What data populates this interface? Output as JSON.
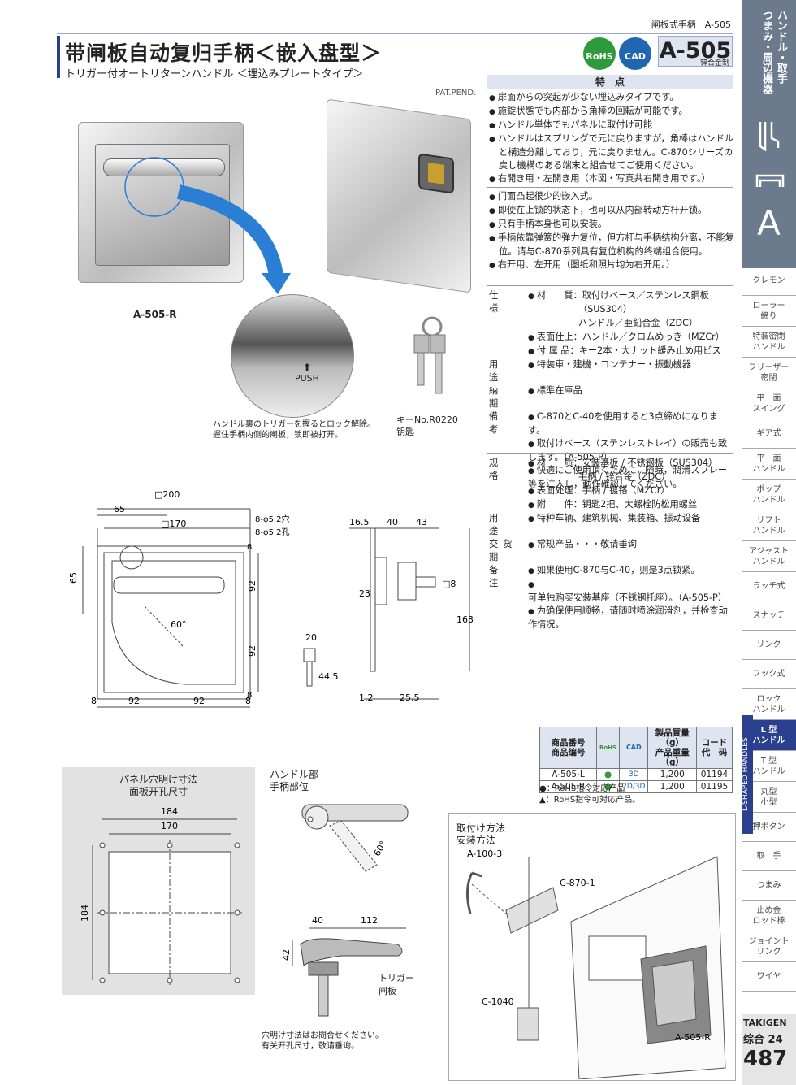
{
  "header": {
    "top_label": "闸板式手柄　A-505",
    "title_jp": "带闸板自动复归手柄＜嵌入盘型＞",
    "title_sub": "トリガー付オートリターンハンドル ＜埋込みプレートタイプ＞",
    "badge_rohs": "RoHS",
    "badge_cad": "CAD",
    "model": "A-505",
    "material": "锌合金制"
  },
  "side": {
    "heading": "ハンドル・取手\nつまみ・周辺機器",
    "letter": "A",
    "items": [
      {
        "label": "クレモン",
        "active": false
      },
      {
        "label": "ローラー\n締り",
        "active": false
      },
      {
        "label": "特装密閉\nハンドル",
        "active": false
      },
      {
        "label": "フリーザー\n密閉",
        "active": false
      },
      {
        "label": "平　面\nスイング",
        "active": false
      },
      {
        "label": "ギア式",
        "active": false
      },
      {
        "label": "平　面\nハンドル",
        "active": false
      },
      {
        "label": "ポップ\nハンドル",
        "active": false
      },
      {
        "label": "リフト\nハンドル",
        "active": false
      },
      {
        "label": "アジャスト\nハンドル",
        "active": false
      },
      {
        "label": "ラッチ式",
        "active": false
      },
      {
        "label": "スナッチ",
        "active": false
      },
      {
        "label": "リンク",
        "active": false
      },
      {
        "label": "フック式",
        "active": false
      },
      {
        "label": "ロック\nハンドル",
        "active": false
      },
      {
        "label": "L 型\nハンドル",
        "active": true
      },
      {
        "label": "T 型\nハンドル",
        "active": false
      },
      {
        "label": "丸型\n小型",
        "active": false
      },
      {
        "label": "押ボタン",
        "active": false
      },
      {
        "label": "取　手",
        "active": false
      },
      {
        "label": "つまみ",
        "active": false
      },
      {
        "label": "止め金\nロッド棒",
        "active": false
      },
      {
        "label": "ジョイント\nリンク",
        "active": false
      },
      {
        "label": "ワイヤ",
        "active": false
      }
    ],
    "vertical_label": "L-SHAPED HANDLES",
    "brand": "TAKIGEN",
    "catalog": "综合 24",
    "page": "487"
  },
  "features": {
    "heading": "特　点",
    "pat": "PAT.PEND.",
    "jp": [
      "扉面からの突起が少ない埋込みタイプです。",
      "施錠状態でも内部から角棒の回転が可能です。",
      "ハンドル単体でもパネルに取付け可能",
      "ハンドルはスプリングで元に戻りますが，角棒はハンドルと構造分離しており，元に戻りません。C-870シリーズの戻し機構のある端末と組合せてご使用ください。",
      "右開き用・左開き用（本図・写真共右開き用です。）"
    ],
    "cn": [
      "门面凸起很少的嵌入式。",
      "即使在上锁的状态下，也可以从内部转动方杆开锁。",
      "只有手柄本身也可以安装。",
      "手柄依靠弹簧的弹力复位，但方杆与手柄结构分离，不能复位。请与C-870系列具有复位机构的终端组合使用。",
      "右开用、左开用（图纸和照片均为右开用。）"
    ]
  },
  "spec_jp": [
    {
      "key": "仕　様",
      "lines": [
        "材　　質：取付けベース／ステンレス鋼板",
        "~（SUS304）",
        "~ハンドル／亜鉛合金（ZDC）",
        "表面仕上：ハンドル／クロムめっき（MZCr）",
        "付 属 品：キー2本・大ナット緩み止め用ビス"
      ]
    },
    {
      "key": "用　途",
      "lines": [
        "特装車・建機・コンテナー・振動機器"
      ]
    },
    {
      "key": "納　期",
      "lines": [
        "標準在庫品"
      ]
    },
    {
      "key": "備　考",
      "lines": [
        "C-870とC-40を使用すると3点締めになります。",
        "取付けベース（ステンレストレイ）の販売も致します。（A-505-P）",
        "快適にご使用頂くために，随時，潤滑スプレー等を注入し，動作確認してください。"
      ]
    }
  ],
  "spec_cn": [
    {
      "key": "规　格",
      "lines": [
        "材　　质：安装基板 / 不锈钢板（SUS304）",
        "~手柄 / 锌合金（ZDC）",
        "表面处理：手柄 / 镀铬（MZCr）",
        "附　　件：钥匙2把、大螺栓防松用螺丝"
      ]
    },
    {
      "key": "用　途",
      "lines": [
        "特种车辆、建筑机械、集装箱、振动设备"
      ]
    },
    {
      "key": "交货期",
      "lines": [
        "常规产品・・・敬请垂询"
      ]
    },
    {
      "key": "备　注",
      "lines": [
        "如果使用C-870与C-40，则是3点锁紧。",
        "可单独购买安装基座（不锈钢托座）。（A-505-P）",
        "为确保使用顺畅，请随时喷涂润滑剂，并检查动作情况。"
      ]
    }
  ],
  "photos": {
    "main_caption": "A-505-R",
    "push": "PUSH",
    "trigger_note": "ハンドル裏のトリガーを握るとロック解除。\n握住手柄内侧的闸板，锁即被打开。",
    "key_caption": "キーNo.R0220\n钥匙"
  },
  "drawing": {
    "d200": "□200",
    "d170": "□170",
    "d65a": "65",
    "d65b": "65",
    "holes": "8-φ5.2穴\n8-φ5.2孔",
    "d92a": "92",
    "d92b": "92",
    "d92c": "92",
    "d92d": "92",
    "d8a": "8",
    "d8b": "8",
    "d8c": "8",
    "d8d": "8",
    "angle": "60°",
    "s165": "16.5",
    "s40": "40",
    "s43": "43",
    "s23": "23",
    "s163": "163",
    "sq8": "□8",
    "s12": "1.2",
    "s255": "25.5",
    "k20": "20",
    "k445": "44.5"
  },
  "table": {
    "headers": [
      "商品番号\n商品编号",
      "RoHS",
      "CAD",
      "製品質量（g）\n产品重量（g）",
      "コード\n代　码"
    ],
    "rows": [
      {
        "code": "A-505-L",
        "rohs": "●",
        "cad": "3D",
        "weight": "1,200",
        "id": "01194"
      },
      {
        "code": "A-505-R",
        "rohs": "●",
        "cad": "2D/3D",
        "weight": "1,200",
        "id": "01195"
      }
    ],
    "legend1": "●：RoHS指令対応产品",
    "legend2": "▲：RoHS指令可対応产品。"
  },
  "panel": {
    "title": "パネル穴明け寸法\n面板开孔尺寸",
    "d184a": "184",
    "d170": "170",
    "d184b": "184"
  },
  "handle_part": {
    "title": "ハンドル部\n手柄部位",
    "angle": "60°",
    "d40": "40",
    "d112": "112",
    "d42": "42",
    "trigger": "トリガー\n闸板",
    "note": "穴明け寸法はお問合せください。\n有关开孔尺寸，敬请垂询。"
  },
  "mount": {
    "title": "取付け方法\n安装方法",
    "a100": "A-100-3",
    "c870": "C-870-1",
    "c1040": "C-1040",
    "a505r": "A-505-R"
  }
}
